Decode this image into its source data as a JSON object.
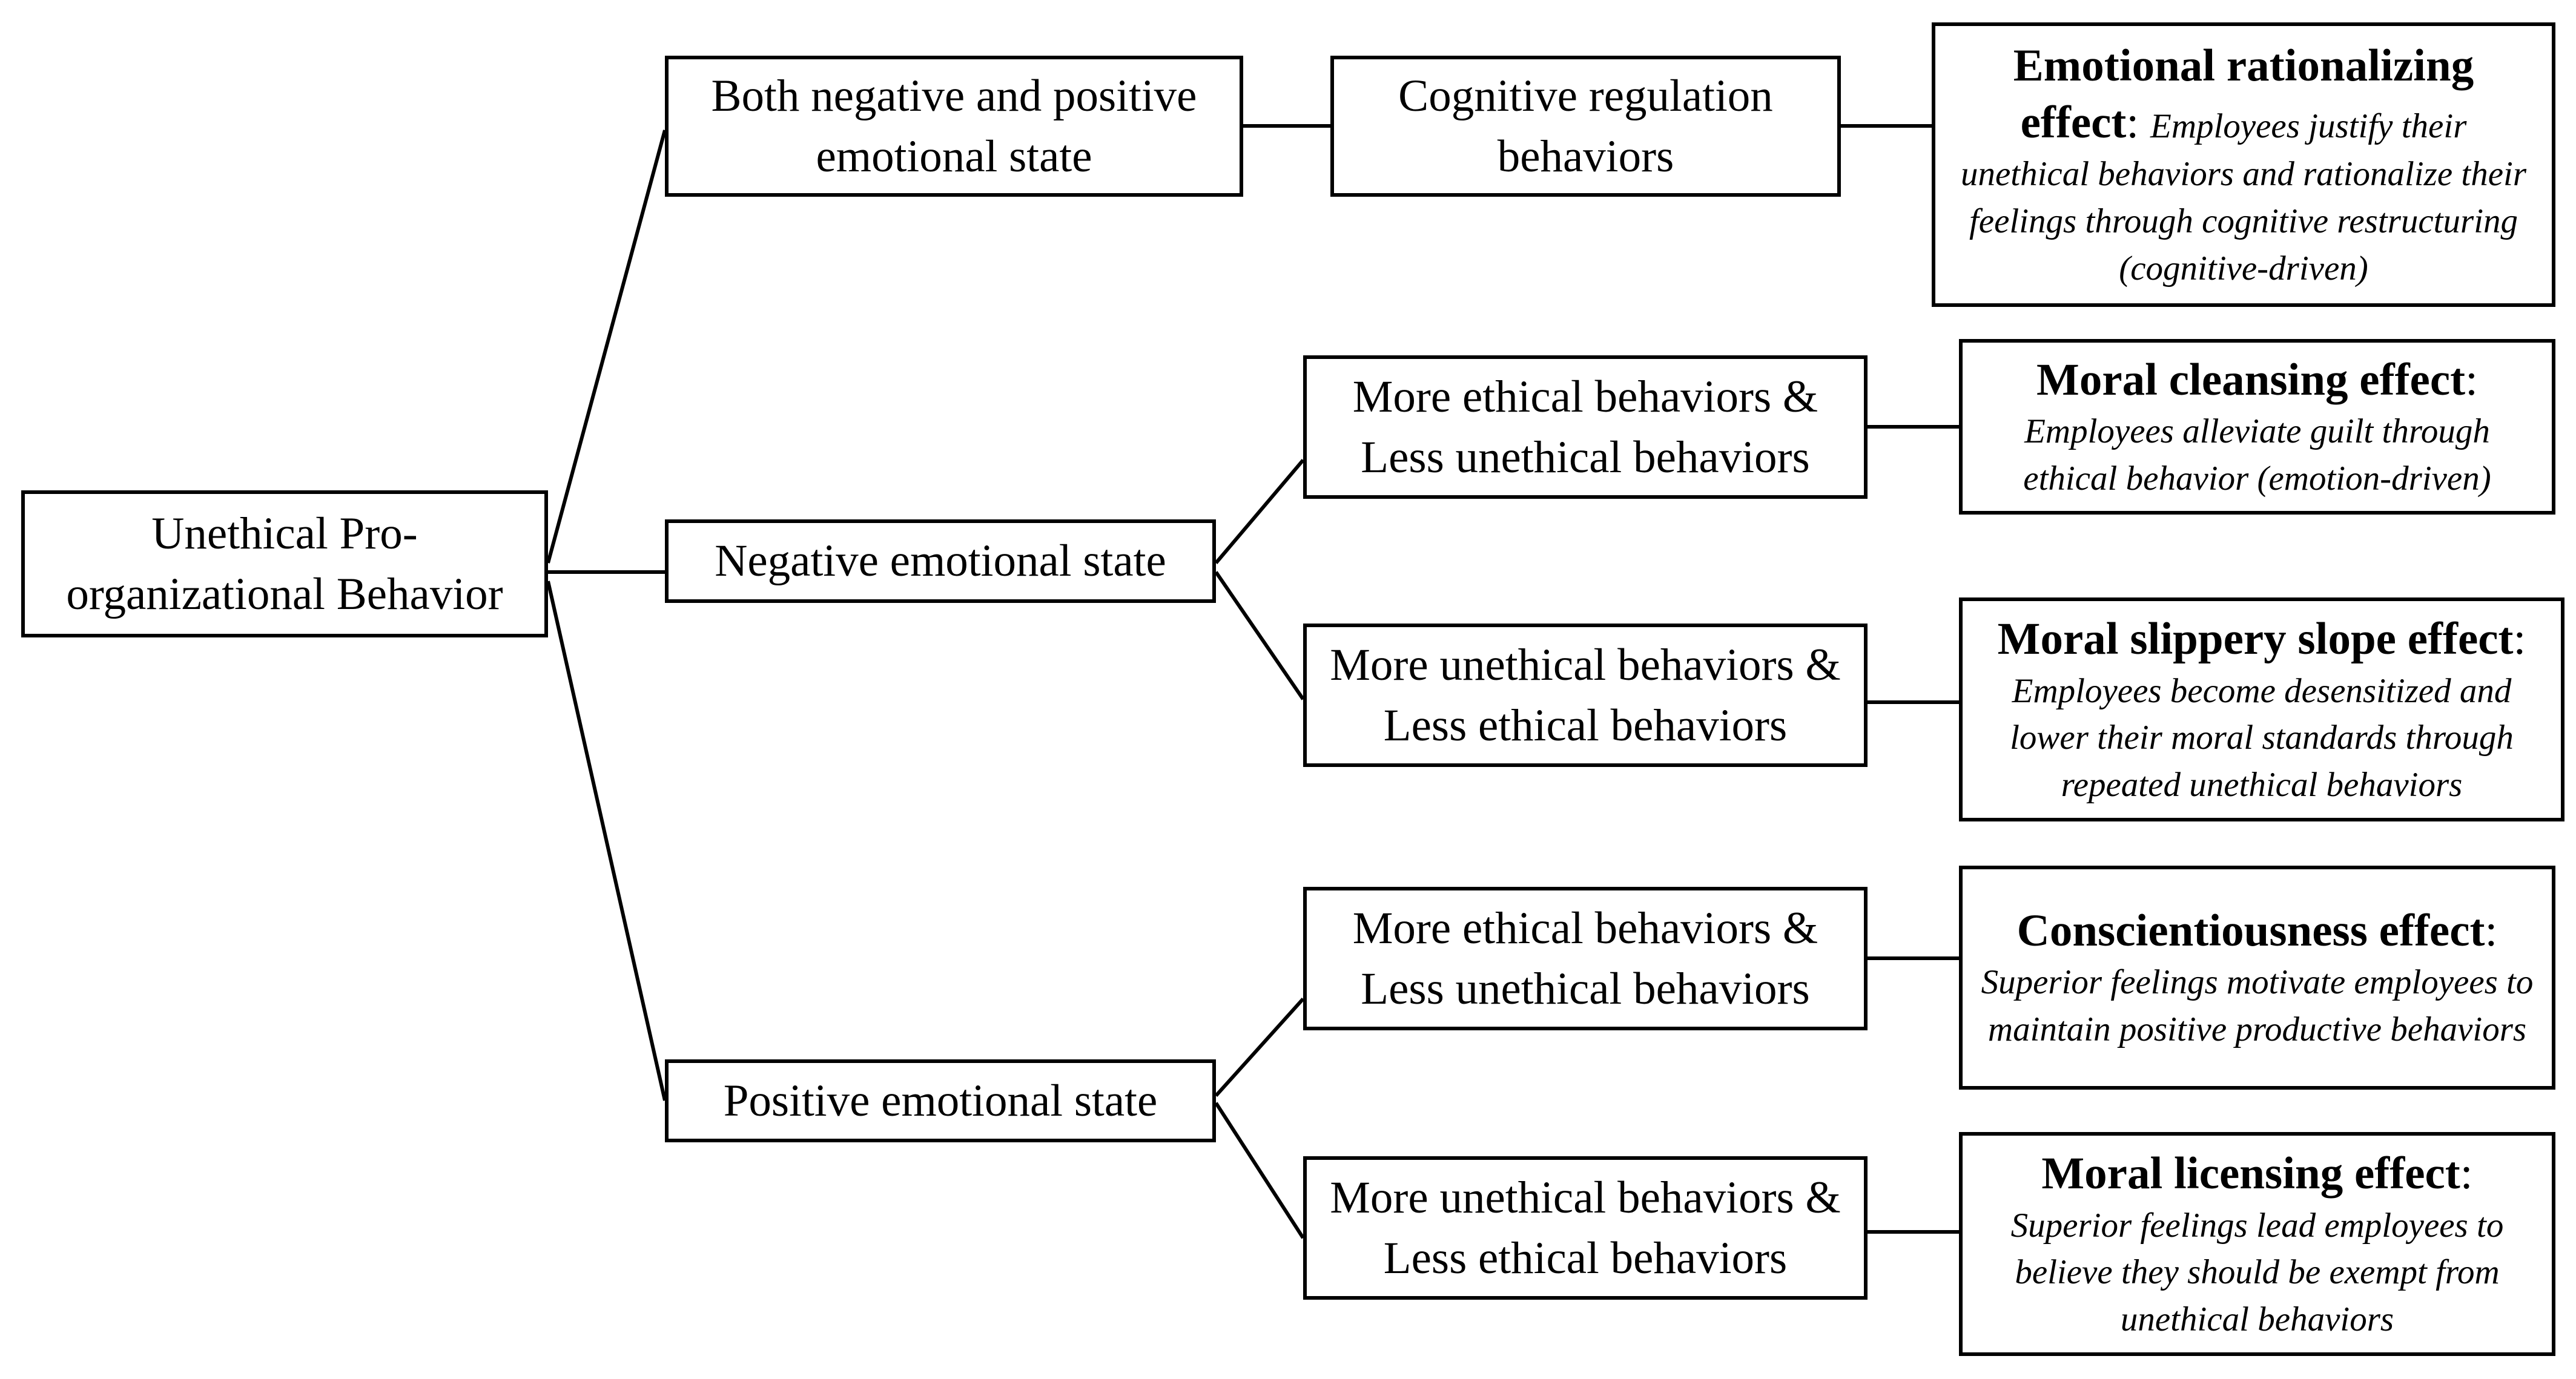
{
  "nodes": {
    "upb": "Unethical Pro-organizational Behavior",
    "both_state": "Both negative and positive emotional state",
    "negative_state": "Negative emotional state",
    "positive_state": "Positive emotional state",
    "cognitive_regulation": "Cognitive regulation behaviors",
    "neg_more_ethical": "More ethical behaviors & Less unethical behaviors",
    "neg_more_unethical": "More unethical behaviors & Less ethical behaviors",
    "pos_more_ethical": "More ethical behaviors & Less unethical behaviors",
    "pos_more_unethical": "More unethical behaviors & Less ethical behaviors"
  },
  "effects": {
    "rationalizing": {
      "title_line1": "Emotional rationalizing",
      "title_line2": "effect",
      "colon": ":",
      "description_lead": "Employees justify their",
      "description": "unethical behaviors and rationalize their feelings through cognitive restructuring (cognitive-driven)"
    },
    "cleansing": {
      "title": "Moral cleansing effect",
      "colon": ":",
      "description": "Employees alleviate guilt through ethical behavior (emotion-driven)"
    },
    "slippery": {
      "title": "Moral slippery slope effect",
      "colon": ":",
      "description": "Employees become desensitized and lower their moral standards through repeated unethical behaviors"
    },
    "conscientiousness": {
      "title": "Conscientiousness effect",
      "colon": ":",
      "description": "Superior feelings motivate employees to maintain positive productive behaviors"
    },
    "licensing": {
      "title": "Moral licensing effect",
      "colon": ":",
      "description": "Superior feelings lead employees to believe they should be exempt from unethical behaviors"
    }
  }
}
